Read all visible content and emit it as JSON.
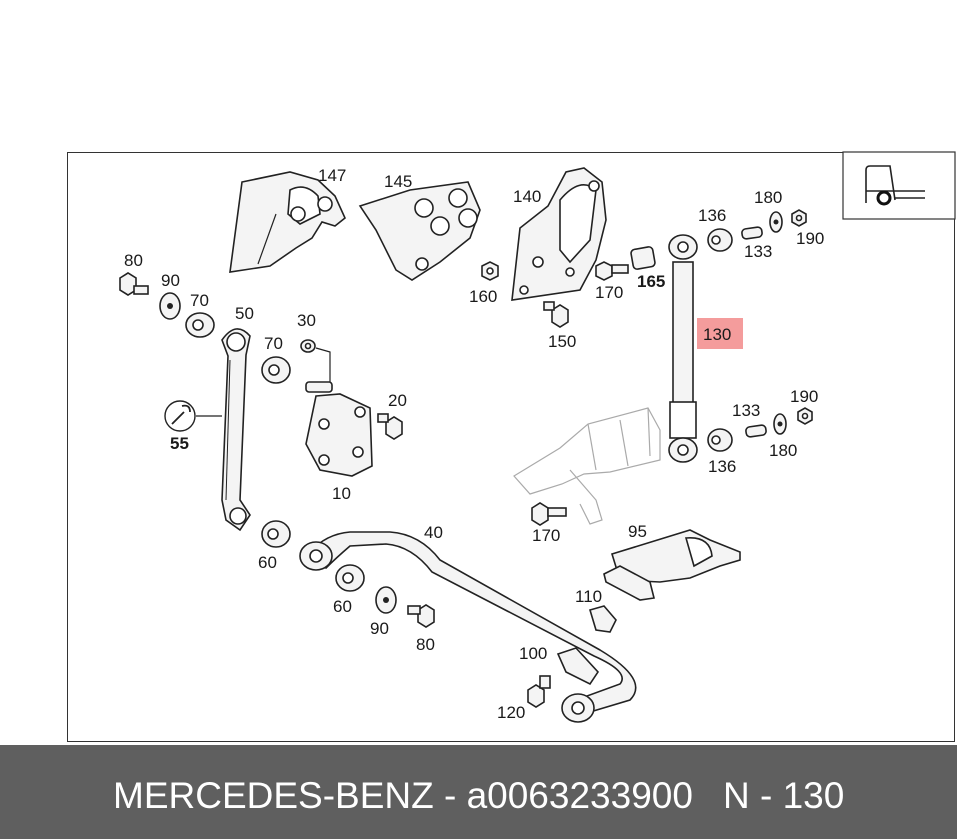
{
  "diagram": {
    "highlighted_part": "130",
    "highlight_color": "#f28b8b",
    "labels": {
      "p147": "147",
      "p145": "145",
      "p140": "140",
      "p136a": "136",
      "p180a": "180",
      "p190a": "190",
      "p133a": "133",
      "p165": "165",
      "p160": "160",
      "p170a": "170",
      "p150": "150",
      "p130": "130",
      "p80a": "80",
      "p90a": "90",
      "p70a": "70",
      "p50": "50",
      "p30": "30",
      "p70b": "70",
      "p20": "20",
      "p55": "55",
      "p10": "10",
      "p133b": "133",
      "p190b": "190",
      "p136b": "136",
      "p180b": "180",
      "p170b": "170",
      "p40": "40",
      "p95": "95",
      "p60a": "60",
      "p60b": "60",
      "p90b": "90",
      "p80b": "80",
      "p110": "110",
      "p100": "100",
      "p120": "120"
    }
  },
  "footer": {
    "brand_part": "MERCEDES-BENZ - a0063233900",
    "position": "N - 130"
  }
}
